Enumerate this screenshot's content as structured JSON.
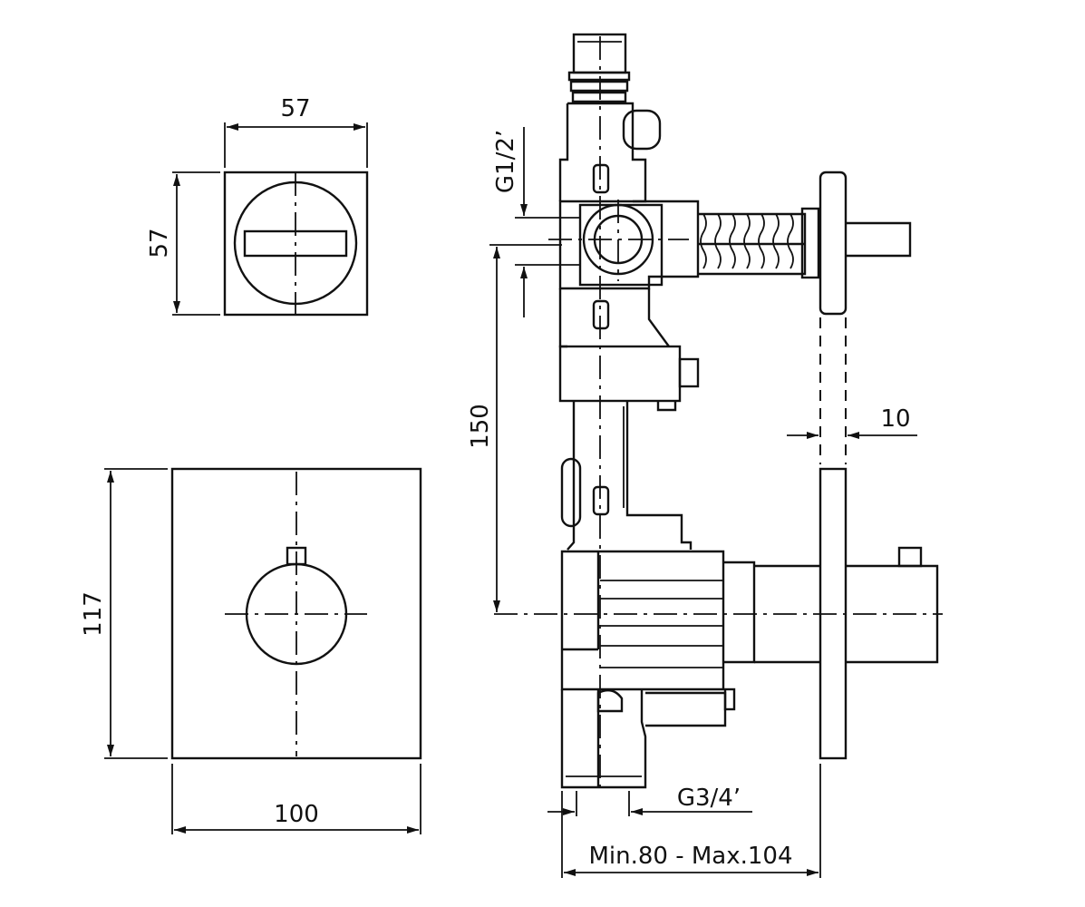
{
  "dimensions": {
    "top_width": "57",
    "top_height": "57",
    "plate_height": "117",
    "plate_width": "100",
    "thread_inlet": "G1/2’",
    "axis_distance": "150",
    "plate_thickness": "10",
    "thread_outlet": "G3/4’",
    "depth_range": "Min.80 - Max.104"
  },
  "colors": {
    "line": "#111111",
    "background": "#ffffff"
  }
}
